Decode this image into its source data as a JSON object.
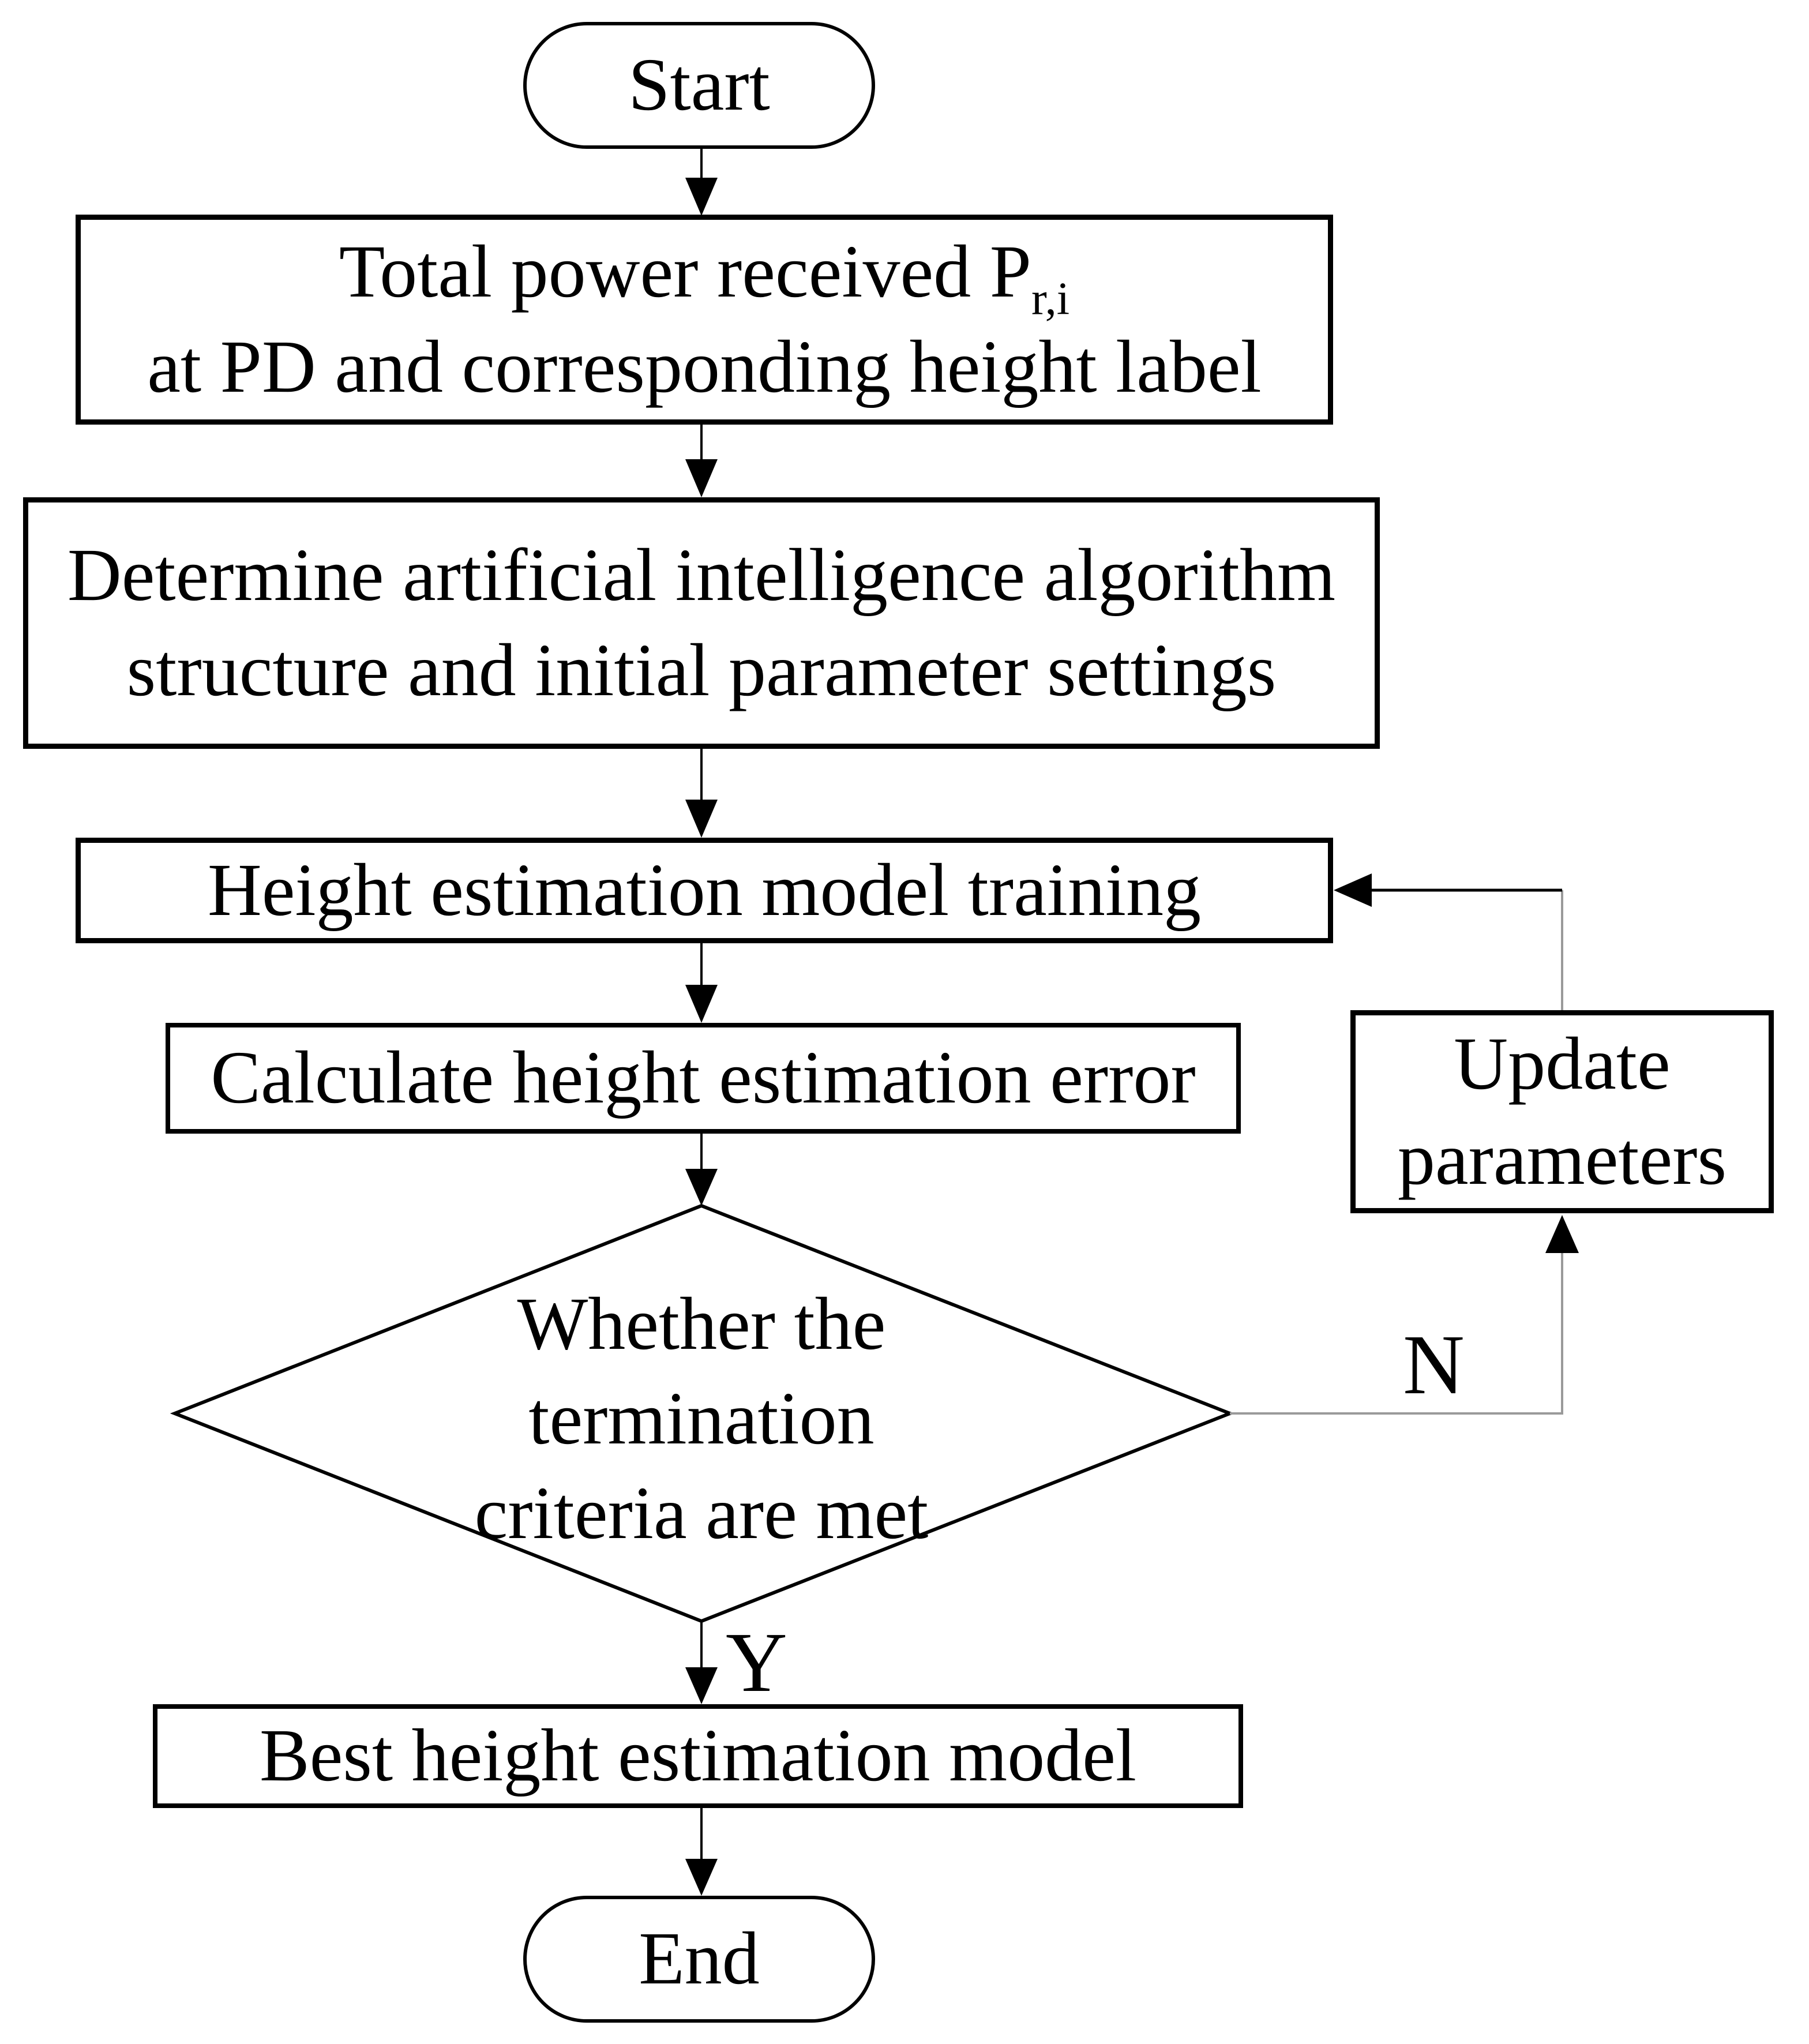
{
  "figure": {
    "type": "flowchart",
    "background_color": "#ffffff",
    "shape_stroke_color": "#000000",
    "loop_line_color": "#9a9a9a"
  },
  "nodes": {
    "start": {
      "label": "Start"
    },
    "input": {
      "line1_main": "Total power received P",
      "line1_sub": "r,i",
      "line2": "at PD and corresponding height label"
    },
    "setup": {
      "line1": "Determine artificial intelligence algorithm",
      "line2": "structure and initial parameter settings"
    },
    "training": {
      "label": "Height estimation model training"
    },
    "error": {
      "label": "Calculate height estimation error"
    },
    "decision": {
      "line1": "Whether the",
      "line2": "termination",
      "line3": "criteria are met"
    },
    "best": {
      "label": "Best height estimation model"
    },
    "end": {
      "label": "End"
    },
    "update": {
      "line1": "Update",
      "line2": "parameters"
    }
  },
  "edge_labels": {
    "yes": "Y",
    "no": "N"
  }
}
